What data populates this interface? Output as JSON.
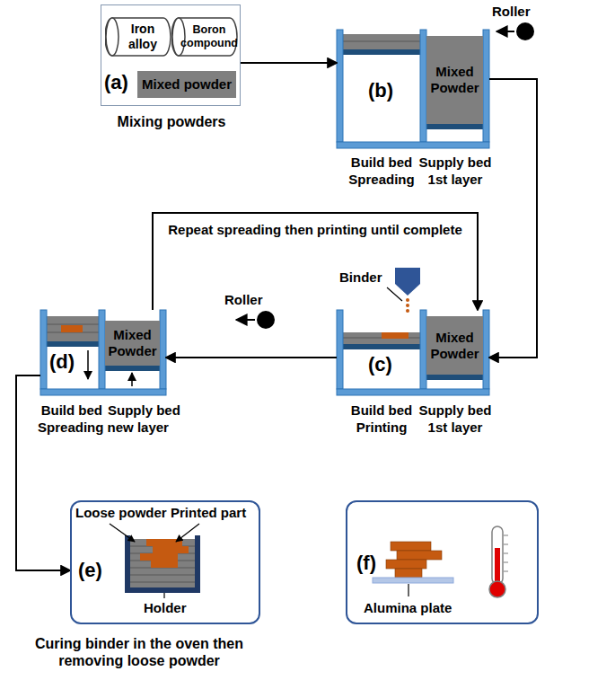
{
  "diagram": {
    "nodes": [
      {
        "text": [
          "(a)",
          "Mixing powders"
        ]
      },
      {
        "text": [
          "Iron alloy"
        ],
        "in": 0
      },
      {
        "text": [
          "Boron compound"
        ],
        "in": 0
      },
      {
        "text": [
          "Mixed powder"
        ],
        "in": 0
      },
      {
        "text": [
          "(b)",
          "Build bed",
          "Supply bed",
          "Spreading",
          "1st layer"
        ]
      },
      {
        "text": [
          "Mixed Powder"
        ],
        "in": 4
      },
      {
        "text": [
          "(c)",
          "Build bed",
          "Supply bed",
          "Printing",
          "1st layer"
        ]
      },
      {
        "text": [
          "Mixed Powder"
        ],
        "in": 6
      },
      {
        "text": [
          "(d)",
          "Build bed",
          "Supply bed",
          "Spreading new layer"
        ]
      },
      {
        "text": [
          "Mixed Powder"
        ],
        "in": 8
      },
      {
        "text": [
          "(e)",
          "Curing binder in the oven then removing loose powder"
        ]
      },
      {
        "text": [
          "(f)"
        ]
      }
    ],
    "edges": [
      {
        "from": 1,
        "to": 3,
        "arrow": "to"
      },
      {
        "from": 2,
        "to": 3,
        "arrow": "to"
      },
      {
        "from": 0,
        "to": 4,
        "arrow": "to"
      },
      {
        "from": 4,
        "to": 6,
        "arrow": "to"
      },
      {
        "from": 6,
        "to": 8,
        "arrow": "to"
      },
      {
        "from": 8,
        "to": 6,
        "label": "Repeat spreading then printing until complete",
        "arrow": "to"
      },
      {
        "from": 8,
        "to": 10,
        "arrow": "to"
      }
    ],
    "labels": [
      "Roller",
      "Binder",
      "Roller",
      "Loose powder",
      "Printed part",
      "Holder",
      "Alumina plate"
    ]
  }
}
